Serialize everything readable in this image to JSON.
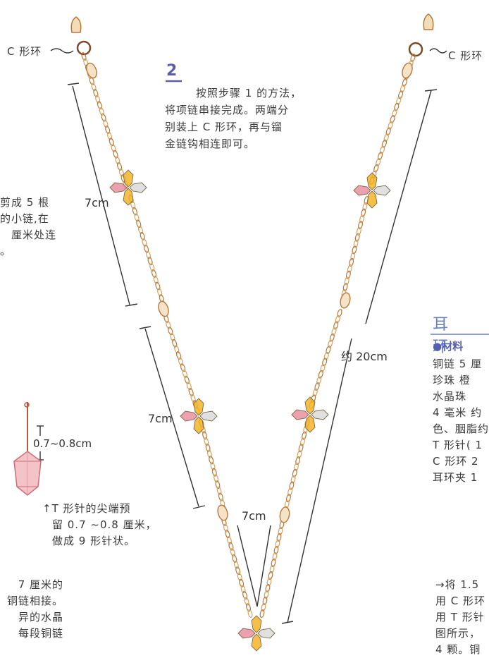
{
  "labels": {
    "c_ring_left": "C 形环",
    "c_ring_right": "C 形环",
    "dim_7cm_a": "7cm",
    "dim_7cm_b": "7cm",
    "dim_7cm_c": "7cm",
    "dim_20cm": "约 20cm",
    "dim_tpin": "0.7~0.8cm"
  },
  "step2": {
    "number": "2",
    "lines": [
      "按照步骤 1 的方法，",
      "将项链串接完成。两端分",
      "别装上 C 形环，再与镏",
      "金链钩相连即可。"
    ]
  },
  "left_partial": {
    "lines": [
      "剪成 5 根",
      "的小链,在",
      "厘米处连",
      "。"
    ]
  },
  "tpin_note": {
    "lines": [
      "↑T 形针的尖端预",
      "留 0.7 ~0.8 厘米，",
      "做成 9 形针状。"
    ]
  },
  "bottom_left": {
    "lines": [
      "7 厘米的",
      "铜链相接。",
      "异的水晶",
      "每段铜链"
    ]
  },
  "earring": {
    "title": "耳 环",
    "materials_head": "●材料",
    "lines": [
      "铜链 5 厘",
      "珍珠 橙",
      "水晶珠",
      "4 毫米 约",
      "色、胭脂约",
      "T 形针( 1",
      "C 形环 2",
      "耳环夹 1"
    ]
  },
  "bottom_right": {
    "lines": [
      "→将 1.5",
      "用 C 形环",
      "用 T 形针",
      "图所示，",
      "4 颗。铜"
    ]
  },
  "colors": {
    "chain": "#d9a25e",
    "chain_dark": "#b7793a",
    "bead_orange": "#f2b01c",
    "bead_pink": "#e98a9a",
    "bead_clear": "#d8d8d8",
    "accent": "#5a5fa8"
  }
}
